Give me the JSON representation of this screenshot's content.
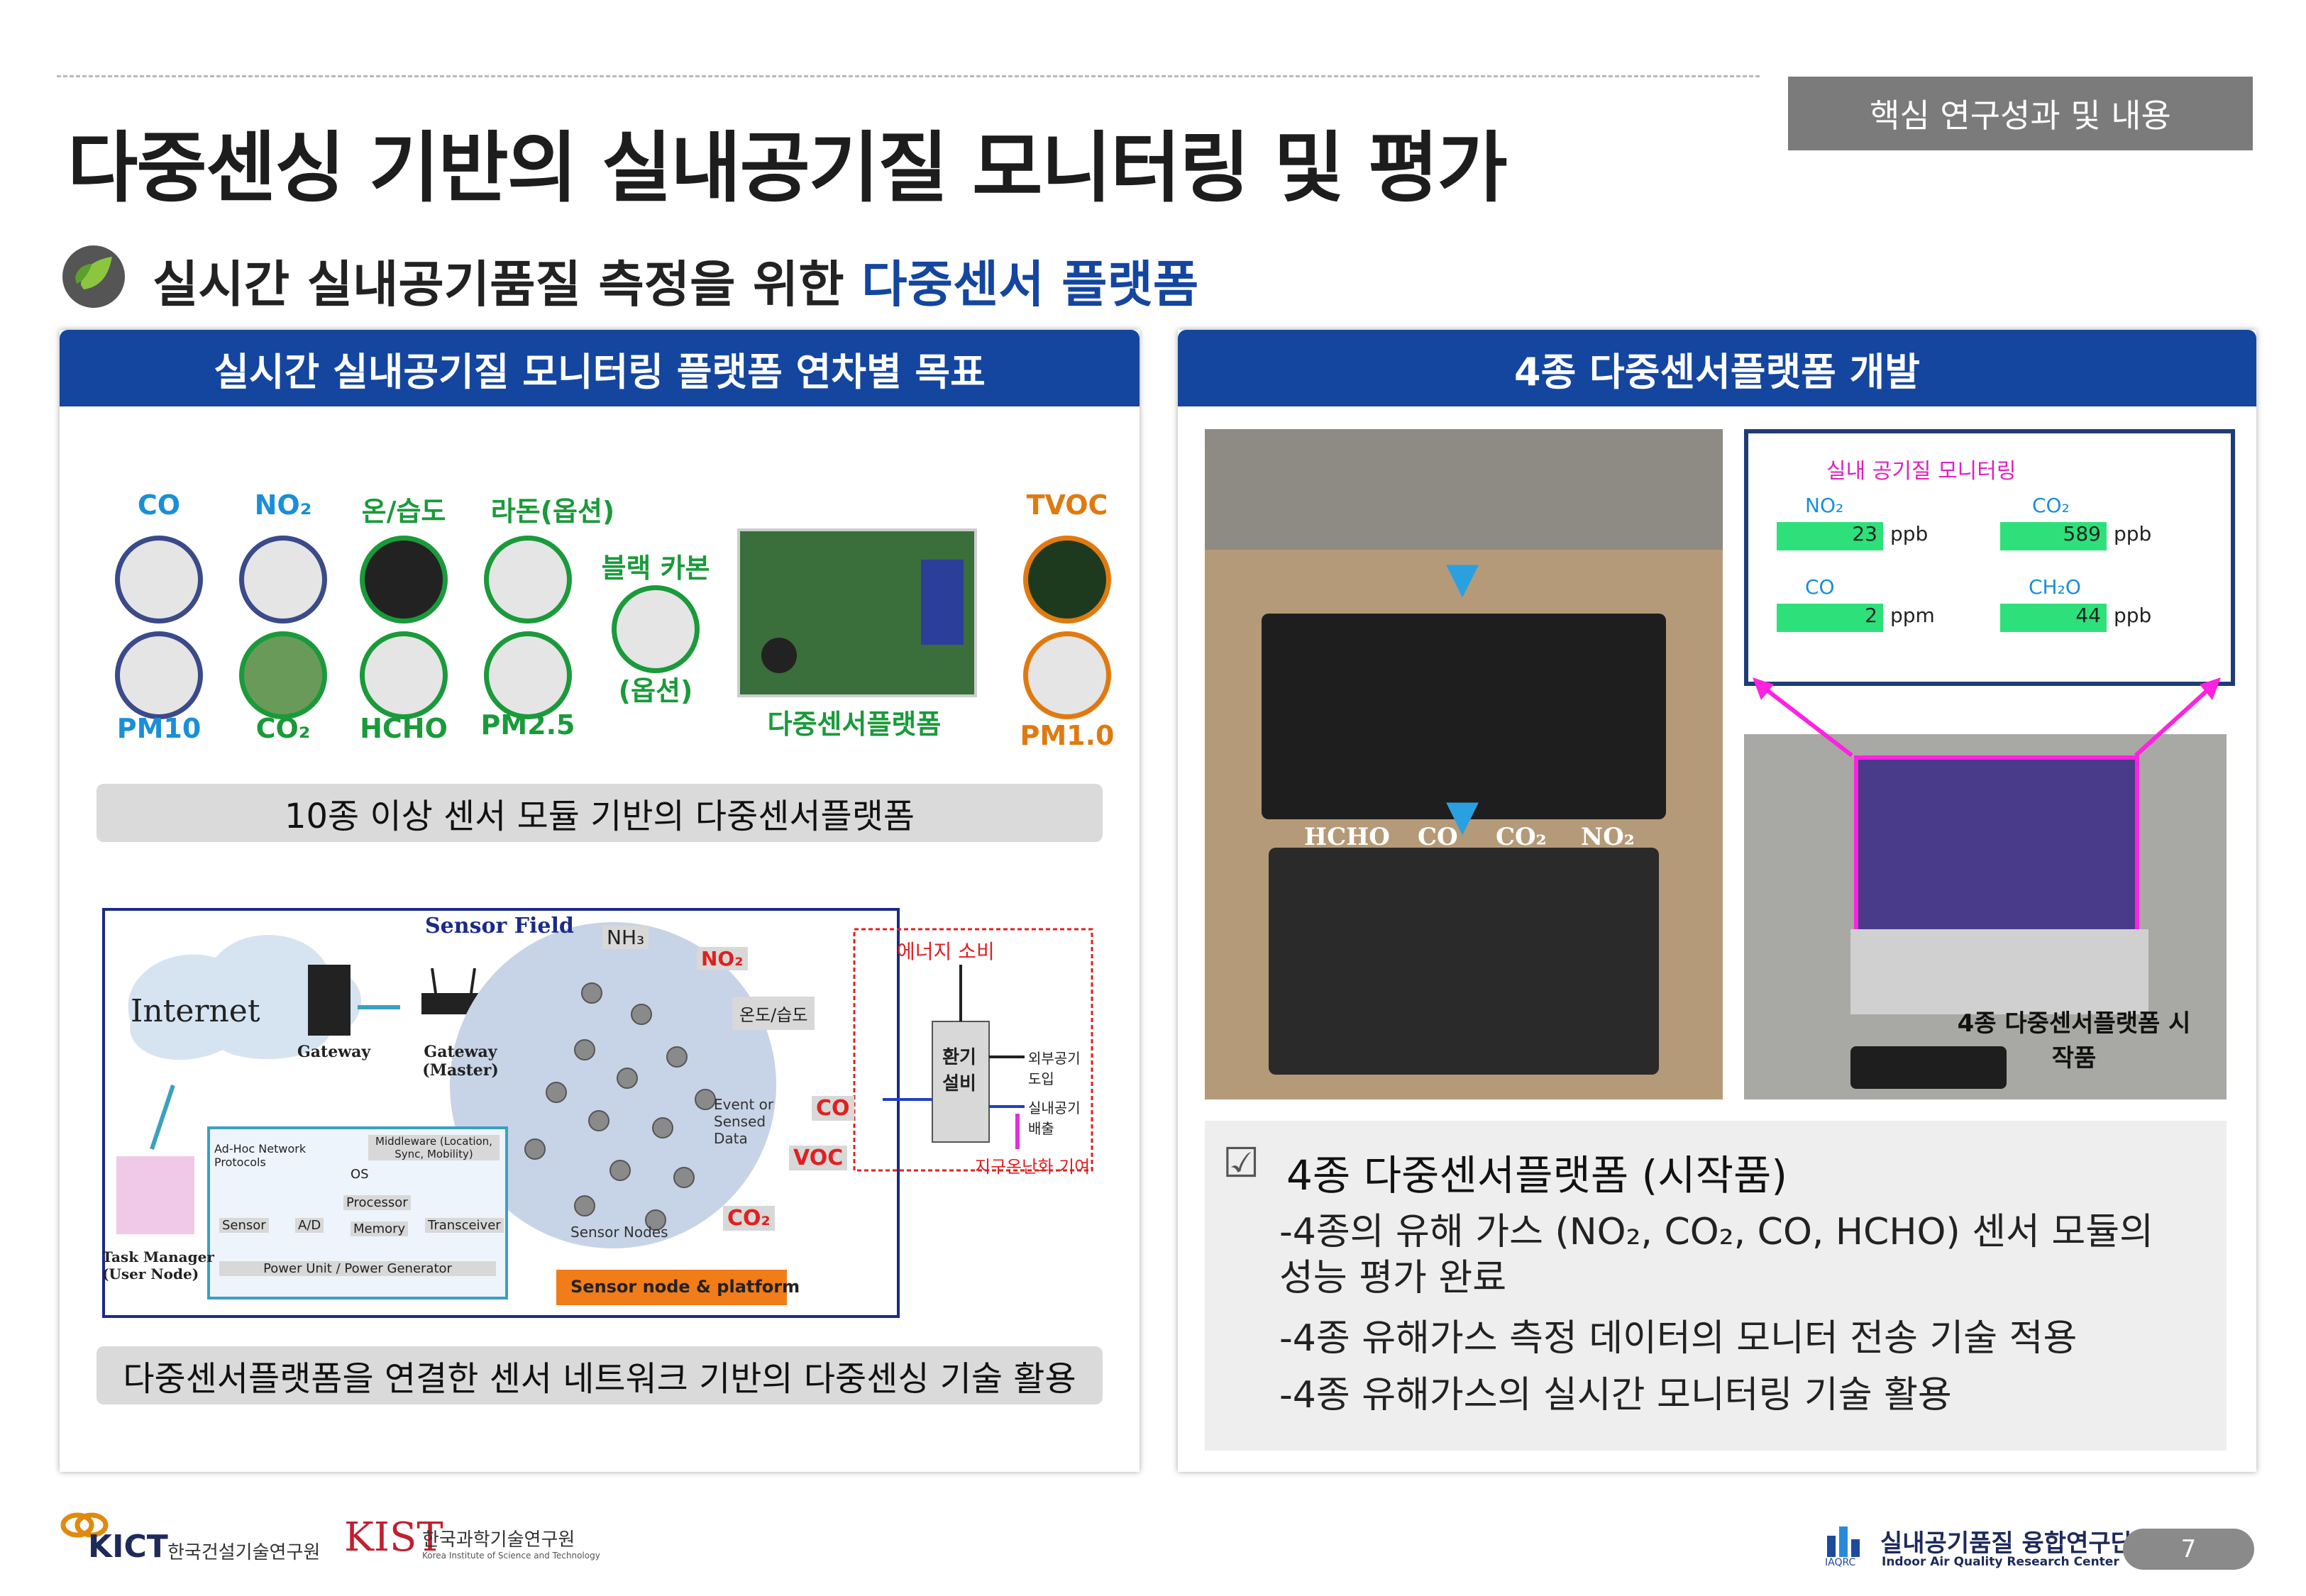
{
  "header": {
    "tag": "핵심 연구성과 및 내용",
    "title": "다중센싱 기반의 실내공기질 모니터링 및 평가",
    "subtitle_prefix": "실시간 실내공기품질 측정을 위한 ",
    "subtitle_highlight": "다중센서 플랫폼"
  },
  "left_panel": {
    "heading": "실시간 실내공기질 모니터링 플랫폼 연차별 목표",
    "sensors_top": [
      "CO",
      "NO₂",
      "온/습도",
      "라돈(옵션)"
    ],
    "sensors_bottom": [
      "PM10",
      "CO₂",
      "HCHO",
      "PM2.5"
    ],
    "black_carbon": "블랙 카본",
    "black_carbon_option": "(옵션)",
    "platform_label": "다중센서플랫폼",
    "tvoc": "TVOC",
    "pm1": "PM1.0",
    "caption1": "10종 이상 센서 모듈 기반의 다중센서플랫폼",
    "diagram": {
      "sensor_field": "Sensor Field",
      "internet": "Internet",
      "gateway": "Gateway",
      "gateway_master": "Gateway (Master)",
      "task_manager": "Task Manager (User Node)",
      "nh3": "NH₃",
      "no2": "NO₂",
      "temp_hum": "온도/습도",
      "event": "Event or Sensed Data",
      "co": "CO",
      "voc": "VOC",
      "co2": "CO₂",
      "sensor_nodes": "Sensor Nodes",
      "node_platform": "Sensor node & platform",
      "energy": "에너지 소비",
      "ventilation": "환기 설비",
      "outdoor_in": "외부공기 도입",
      "indoor_out": "실내공기 배출",
      "warming": "지구온난화 기여",
      "adhoc": "Ad-Hoc Network Protocols",
      "middleware": "Middleware (Location, Sync, Mobility)",
      "os": "OS",
      "processor": "Processor",
      "memory": "Memory",
      "sensor": "Sensor",
      "ad": "A/D",
      "transceiver": "Transceiver",
      "power": "Power Unit / Power Generator"
    },
    "caption2": "다중센서플랫폼을 연결한 센서 네트워크 기반의 다중센싱 기술 활용"
  },
  "right_panel": {
    "heading": "4종 다중센서플랫폼 개발",
    "board_labels": [
      "HCHO",
      "CO",
      "CO₂",
      "NO₂"
    ],
    "monitor": {
      "title": "실내 공기질 모니터링",
      "readings": [
        {
          "name": "NO₂",
          "value": "23",
          "unit": "ppb"
        },
        {
          "name": "CO₂",
          "value": "589",
          "unit": "ppb"
        },
        {
          "name": "CO",
          "value": "2",
          "unit": "ppm"
        },
        {
          "name": "CH₂O",
          "value": "44",
          "unit": "ppb"
        }
      ]
    },
    "prototype_label": "4종 다중센서플랫폼 시작품",
    "summary_title": "4종 다중센서플랫폼 (시작품)",
    "bullets": [
      "-4종의 유해 가스 (NO₂, CO₂, CO, HCHO) 센서 모듈의 성능 평가 완료",
      "-4종 유해가스 측정 데이터의 모니터 전송 기술 적용",
      "-4종 유해가스의 실시간 모니터링 기술 활용"
    ]
  },
  "footer": {
    "kict": "KICT",
    "kict_name": "한국건설기술연구원",
    "kist_name": "한국과학기술연구원",
    "kist_sub": "Korea Institute of Science and Technology",
    "iaqrc": "IAQRC",
    "center_name": "실내공기품질 융합연구단",
    "center_en": "Indoor Air Quality Research Center",
    "page": "7"
  }
}
